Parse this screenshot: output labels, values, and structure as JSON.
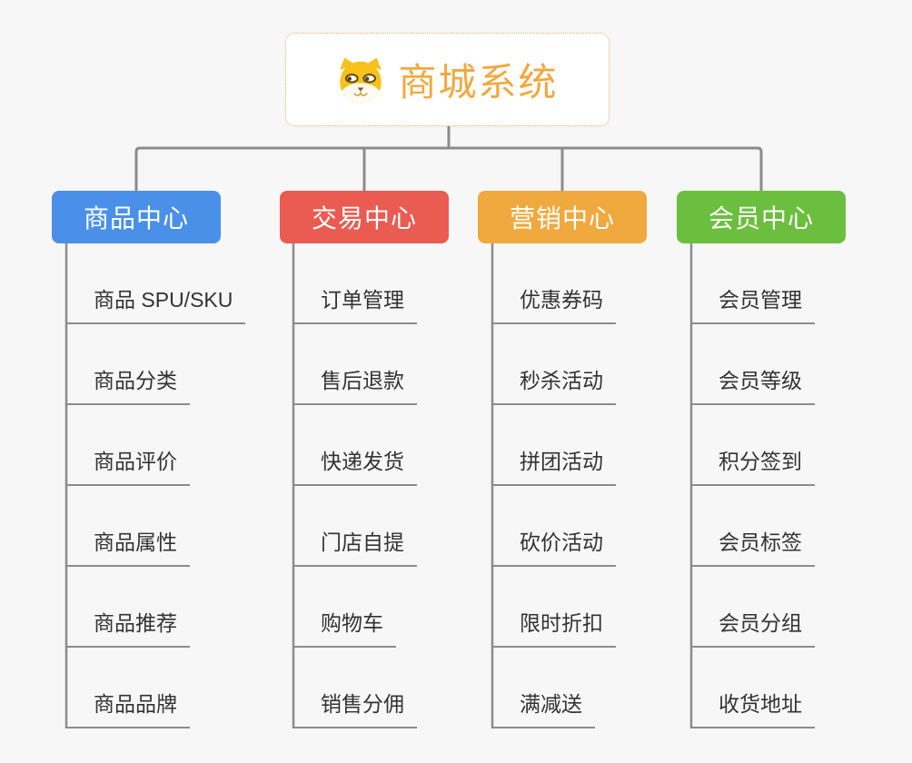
{
  "root": {
    "title": "商城系统",
    "icon": "shiba-dog-icon"
  },
  "branches": [
    {
      "label": "商品中心",
      "color": "#4A90E8",
      "items": [
        "商品 SPU/SKU",
        "商品分类",
        "商品评价",
        "商品属性",
        "商品推荐",
        "商品品牌"
      ]
    },
    {
      "label": "交易中心",
      "color": "#EA5B51",
      "items": [
        "订单管理",
        "售后退款",
        "快递发货",
        "门店自提",
        "购物车",
        "销售分佣"
      ]
    },
    {
      "label": "营销中心",
      "color": "#EFA93E",
      "items": [
        "优惠券码",
        "秒杀活动",
        "拼团活动",
        "砍价活动",
        "限时折扣",
        "满减送"
      ]
    },
    {
      "label": "会员中心",
      "color": "#6CBE3F",
      "items": [
        "会员管理",
        "会员等级",
        "积分签到",
        "会员标签",
        "会员分组",
        "收货地址"
      ]
    }
  ],
  "colors": {
    "background": "#F7F7F7",
    "line": "#8C8C8C",
    "accent": "#F0A93F",
    "rootBorder": "#E9B163",
    "leafText": "#333333",
    "headerText": "#FFFFFF",
    "branch0": "#4A90E8",
    "branch1": "#EA5B51",
    "branch2": "#EFA93E",
    "branch3": "#6CBE3F"
  }
}
